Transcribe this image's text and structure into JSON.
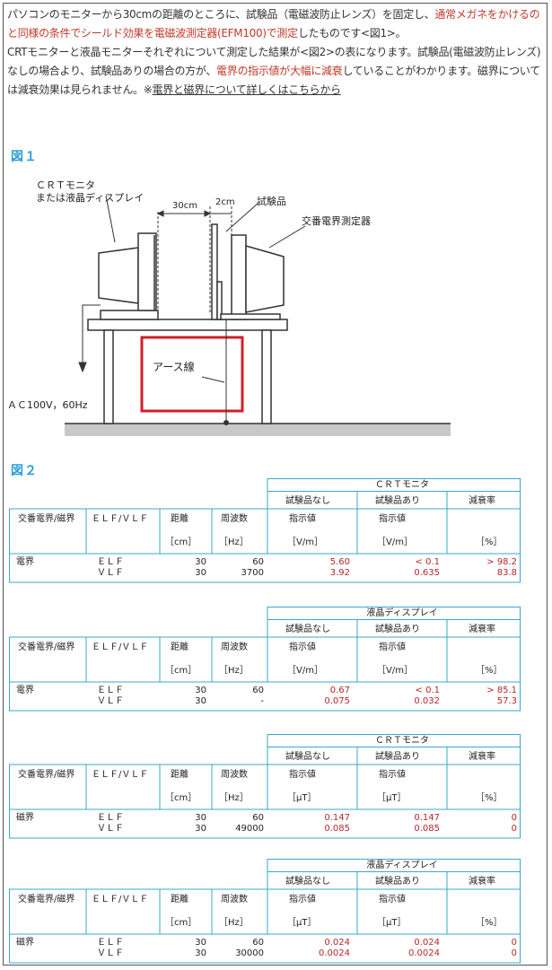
{
  "intro": {
    "p1a": "パソコンのモニターから30cmの距離のところに、試験品（電磁波防止レンズ）を固定し、",
    "p1red": "通常メガネをかけるのと同様の条件でシールド効果を電磁波測定器(EFM100)で測定",
    "p1b": "したものです<図1>。",
    "p2a": "CRTモニターと液晶モニターそれぞれについて測定した結果が<図2>の表になります。試験品(電磁波防止レンズ)なしの場合より、試験品ありの場合の方が、",
    "p2red": "電界の指示値が大幅に減衰",
    "p2b": "していることがわかります。磁界については減衰効果は見られません。※",
    "p2link": "電界と磁界について詳しくはこちらから"
  },
  "fig1": {
    "label": "図１",
    "monitor_label_1": "ＣＲＴモニタ",
    "monitor_label_2": "または液晶ディスプレイ",
    "dist_30": "30cm",
    "dist_2": "2cm",
    "sample": "試験品",
    "meter": "交番電界測定器",
    "earth": "アース線",
    "power": "ＡＣ100V，60Hz"
  },
  "fig2": {
    "label": "図２",
    "tables": [
      {
        "title": "ＣＲＴモニタ",
        "col_without": "試験品なし",
        "col_with": "試験品あり",
        "col_atten": "減衰率",
        "h_type": "交番電界/磁界",
        "h_band": "ＥＬＦ/ＶＬＦ",
        "h_dist": "距離",
        "h_freq": "周波数",
        "h_ind1": "指示値",
        "h_ind2": "指示値",
        "u_dist": "［cm］",
        "u_freq": "［Hz］",
        "u_ind1": "［V/m］",
        "u_ind2": "［V/m］",
        "u_pct": "［%］",
        "field": "電界",
        "rows": [
          {
            "band": "ＥＬＦ",
            "dist": "30",
            "freq": "60",
            "without": "5.60",
            "with": "< 0.1",
            "atten": "> 98.2"
          },
          {
            "band": "ＶＬＦ",
            "dist": "30",
            "freq": "3700",
            "without": "3.92",
            "with": "0.635",
            "atten": "83.8"
          }
        ]
      },
      {
        "title": "液晶ディスプレイ",
        "col_without": "試験品なし",
        "col_with": "試験品あり",
        "col_atten": "減衰率",
        "h_type": "交番電界/磁界",
        "h_band": "ＥＬＦ/ＶＬＦ",
        "h_dist": "距離",
        "h_freq": "周波数",
        "h_ind1": "指示値",
        "h_ind2": "指示値",
        "u_dist": "［cm］",
        "u_freq": "［Hz］",
        "u_ind1": "［V/m］",
        "u_ind2": "［V/m］",
        "u_pct": "［%］",
        "field": "電界",
        "rows": [
          {
            "band": "ＥＬＦ",
            "dist": "30",
            "freq": "60",
            "without": "0.67",
            "with": "< 0.1",
            "atten": "> 85.1"
          },
          {
            "band": "ＶＬＦ",
            "dist": "30",
            "freq": "-",
            "without": "0.075",
            "with": "0.032",
            "atten": "57.3"
          }
        ]
      },
      {
        "title": "ＣＲＴモニタ",
        "col_without": "試験品なし",
        "col_with": "試験品あり",
        "col_atten": "減衰率",
        "h_type": "交番電界/磁界",
        "h_band": "ＥＬＦ/ＶＬＦ",
        "h_dist": "距離",
        "h_freq": "周波数",
        "h_ind1": "指示値",
        "h_ind2": "指示値",
        "u_dist": "［cm］",
        "u_freq": "［Hz］",
        "u_ind1": "［μT］",
        "u_ind2": "［μT］",
        "u_pct": "［%］",
        "field": "磁界",
        "rows": [
          {
            "band": "ＥＬＦ",
            "dist": "30",
            "freq": "60",
            "without": "0.147",
            "with": "0.147",
            "atten": "0"
          },
          {
            "band": "ＶＬＦ",
            "dist": "30",
            "freq": "49000",
            "without": "0.085",
            "with": "0.085",
            "atten": "0"
          }
        ]
      },
      {
        "title": "液晶ディスプレイ",
        "col_without": "試験品なし",
        "col_with": "試験品あり",
        "col_atten": "減衰率",
        "h_type": "交番電界/磁界",
        "h_band": "ＥＬＦ/ＶＬＦ",
        "h_dist": "距離",
        "h_freq": "周波数",
        "h_ind1": "指示値",
        "h_ind2": "指示値",
        "u_dist": "［cm］",
        "u_freq": "［Hz］",
        "u_ind1": "［μT］",
        "u_ind2": "［μT］",
        "u_pct": "［%］",
        "field": "磁界",
        "rows": [
          {
            "band": "ＥＬＦ",
            "dist": "30",
            "freq": "60",
            "without": "0.024",
            "with": "0.024",
            "atten": "0"
          },
          {
            "band": "ＶＬＦ",
            "dist": "30",
            "freq": "30000",
            "without": "0.0024",
            "with": "0.0024",
            "atten": "0"
          }
        ]
      }
    ]
  },
  "colors": {
    "accent_blue": "#2a9fd6",
    "highlight_red": "#c0392b",
    "table_border": "#3aa9c9",
    "box_red": "#d0202a"
  }
}
